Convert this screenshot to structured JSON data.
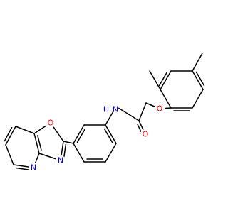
{
  "molecule": {
    "atom_labels": {
      "o_ether": "O",
      "o_carbonyl": "O",
      "n_amide": "N",
      "h_amide": "H",
      "o_oxazole": "O",
      "n_oxazole": "N",
      "n_pyridine": "N"
    },
    "colors": {
      "bond": "#000000",
      "oxygen": "#ff0000",
      "nitrogen": "#0000ff"
    }
  }
}
